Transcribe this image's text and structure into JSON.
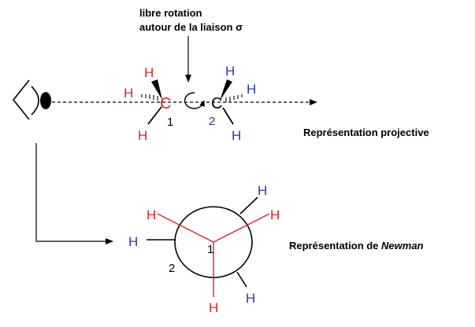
{
  "annotation": {
    "line1": "libre rotation",
    "line2": "autour de la liaison σ"
  },
  "labels": {
    "projective": "Représentation projective",
    "newman_prefix": "Représentation de ",
    "newman_italic": "Newman"
  },
  "projective": {
    "carbon1": "C",
    "carbon2": "C",
    "number1": "1",
    "number2": "2",
    "h1_top": "H",
    "h1_left": "H",
    "h1_bottom": "H",
    "h2_top": "H",
    "h2_right": "H",
    "h2_bottom": "H"
  },
  "newman": {
    "front_number": "1",
    "back_number": "2",
    "h_front_left": "H",
    "h_front_right": "H",
    "h_front_bottom": "H",
    "h_back_left": "H",
    "h_back_top": "H",
    "h_back_bottom": "H"
  },
  "colors": {
    "carbon1": "#e0202a",
    "carbon2": "#2b3a9a",
    "black": "#000000"
  }
}
